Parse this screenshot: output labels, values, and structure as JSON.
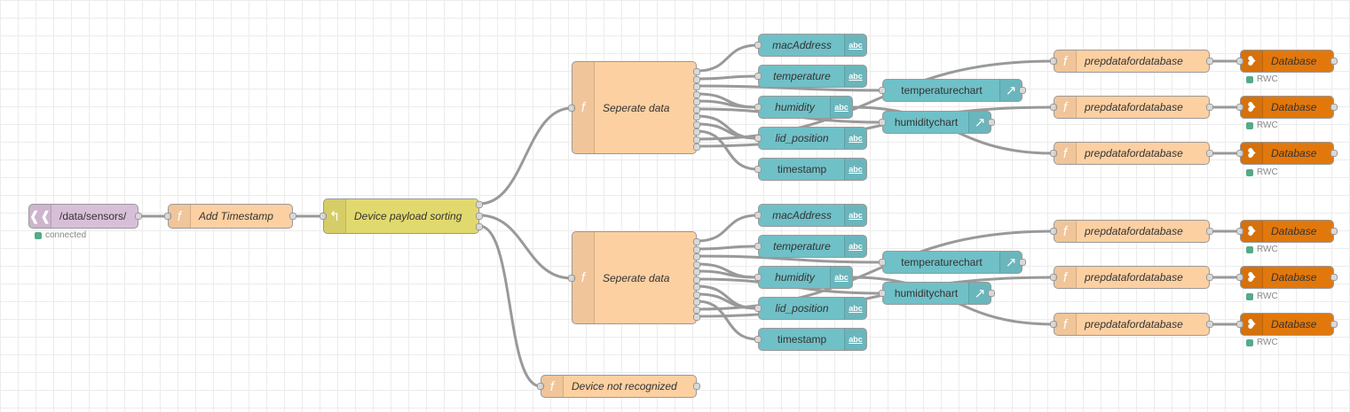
{
  "canvas": {
    "name": "Node-RED flow editor",
    "grid": true
  },
  "nodes": {
    "mqtt_in": {
      "label": "/data/sensors/",
      "status": "connected",
      "icon": "broadcast-icon"
    },
    "add_timestamp": {
      "label": "Add Timestamp",
      "icon": "function-icon"
    },
    "switch": {
      "label": "Device payload sorting",
      "icon": "switch-icon"
    },
    "sep1": {
      "label": "Seperate data",
      "icon": "function-icon"
    },
    "sep2": {
      "label": "Seperate data",
      "icon": "function-icon"
    },
    "not_recognized": {
      "label": "Device not recognized",
      "icon": "function-icon"
    },
    "tb_mac1": {
      "label": "macAddress"
    },
    "tb_temp1": {
      "label": "temperature"
    },
    "tb_hum1": {
      "label": "humidity"
    },
    "tb_lid1": {
      "label": "lid_position"
    },
    "tb_ts1": {
      "label": "timestamp"
    },
    "tb_mac2": {
      "label": "macAddress"
    },
    "tb_temp2": {
      "label": "temperature"
    },
    "tb_hum2": {
      "label": "humidity"
    },
    "tb_lid2": {
      "label": "lid_position"
    },
    "tb_ts2": {
      "label": "timestamp"
    },
    "tchart1": {
      "label": "temperaturechart",
      "icon": "chart-icon"
    },
    "hchart1": {
      "label": "humiditychart",
      "icon": "chart-icon"
    },
    "tchart2": {
      "label": "temperaturechart",
      "icon": "chart-icon"
    },
    "hchart2": {
      "label": "humiditychart",
      "icon": "chart-icon"
    },
    "prep1": {
      "label": "prepdatafordatabase"
    },
    "prep2": {
      "label": "prepdatafordatabase"
    },
    "prep3": {
      "label": "prepdatafordatabase"
    },
    "prep4": {
      "label": "prepdatafordatabase"
    },
    "prep5": {
      "label": "prepdatafordatabase"
    },
    "prep6": {
      "label": "prepdatafordatabase"
    },
    "db1": {
      "label": "Database",
      "status": "RWC"
    },
    "db2": {
      "label": "Database",
      "status": "RWC"
    },
    "db3": {
      "label": "Database",
      "status": "RWC"
    },
    "db4": {
      "label": "Database",
      "status": "RWC"
    },
    "db5": {
      "label": "Database",
      "status": "RWC"
    },
    "db6": {
      "label": "Database",
      "status": "RWC"
    }
  },
  "colors": {
    "function": "#fdd0a2",
    "switch": "#e2d96e",
    "text": "#70c0c7",
    "mqtt": "#d8bfd8",
    "database": "#e2780c",
    "wire": "#999999",
    "status_ok": "#55aa88"
  }
}
